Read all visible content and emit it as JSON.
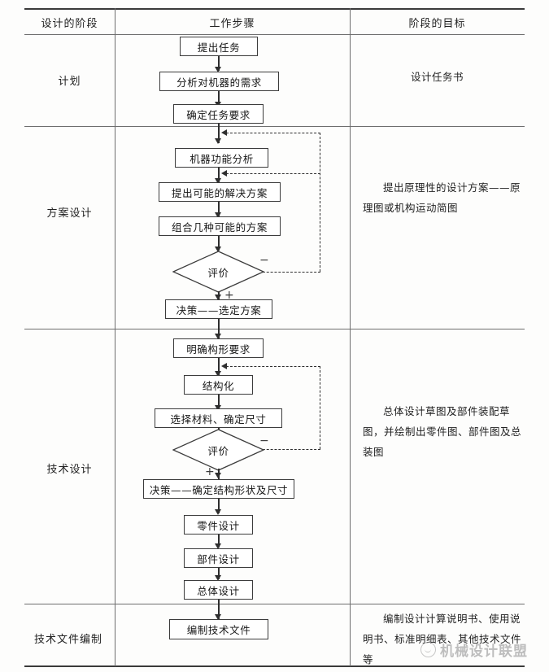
{
  "table": {
    "headers": [
      {
        "label": "设计的阶段"
      },
      {
        "label": "工作步骤"
      },
      {
        "label": "阶段的目标"
      }
    ],
    "rows": [
      {
        "stage": "计划",
        "goal": "设计任务书"
      },
      {
        "stage": "方案设计",
        "goal": "提出原理性的设计方案——原理图或机构运动简图"
      },
      {
        "stage": "技术设计",
        "goal": "总体设计草图及部件装配草图，并绘制出零件图、部件图及总装图"
      },
      {
        "stage": "技术文件编制",
        "goal": "编制设计计算说明书、使用说明书、标准明细表、其他技术文件等"
      }
    ]
  },
  "flow": {
    "plan": {
      "steps": [
        {
          "label": "提出任务"
        },
        {
          "label": "分析对机器的需求"
        },
        {
          "label": "确定任务要求"
        }
      ]
    },
    "scheme": {
      "steps": [
        {
          "label": "机器功能分析"
        },
        {
          "label": "提出可能的解决方案"
        },
        {
          "label": "组合几种可能的方案"
        }
      ],
      "decision": "评价",
      "result": "决策——选定方案",
      "sign_positive": "+",
      "sign_negative": "−"
    },
    "technical": {
      "steps": [
        {
          "label": "明确构形要求"
        },
        {
          "label": "结构化"
        },
        {
          "label": "选择材料、确定尺寸"
        }
      ],
      "decision": "评价",
      "result": "决策——确定结构形状及尺寸",
      "sign_positive": "+",
      "sign_negative": "−",
      "after": [
        {
          "label": "零件设计"
        },
        {
          "label": "部件设计"
        },
        {
          "label": "总体设计"
        }
      ]
    },
    "document": {
      "steps": [
        {
          "label": "编制技术文件"
        }
      ]
    }
  },
  "watermark": {
    "text": "机械设计联盟"
  },
  "colors": {
    "line": "#2e2e2e",
    "rule": "#6e6e6e",
    "text": "#161616",
    "background": "#fdfdfc"
  }
}
